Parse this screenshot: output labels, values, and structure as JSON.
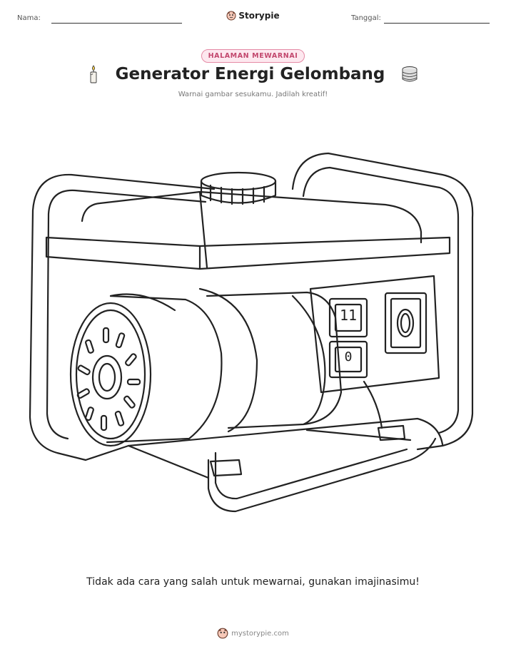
{
  "header": {
    "name_label": "Nama:",
    "date_label": "Tanggal:",
    "brand": "Storypie"
  },
  "badge": "HALAMAN MEWARNAI",
  "title": "Generator Energi Gelombang",
  "subtitle": "Warnai gambar sesukamu. Jadilah kreatif!",
  "panel": {
    "display_top": "11",
    "display_bottom": "0",
    "dial": "0"
  },
  "footer": {
    "message": "Tidak ada cara yang salah untuk mewarnai, gunakan imajinasimu!",
    "website": "mystorypie.com"
  },
  "icons": {
    "left": "candle-icon",
    "right": "coin-stack-icon",
    "brand": "storypie-logo-icon"
  },
  "colors": {
    "badge_border": "#e58aa5",
    "badge_bg": "#fde8ef",
    "badge_text": "#c2476d"
  }
}
